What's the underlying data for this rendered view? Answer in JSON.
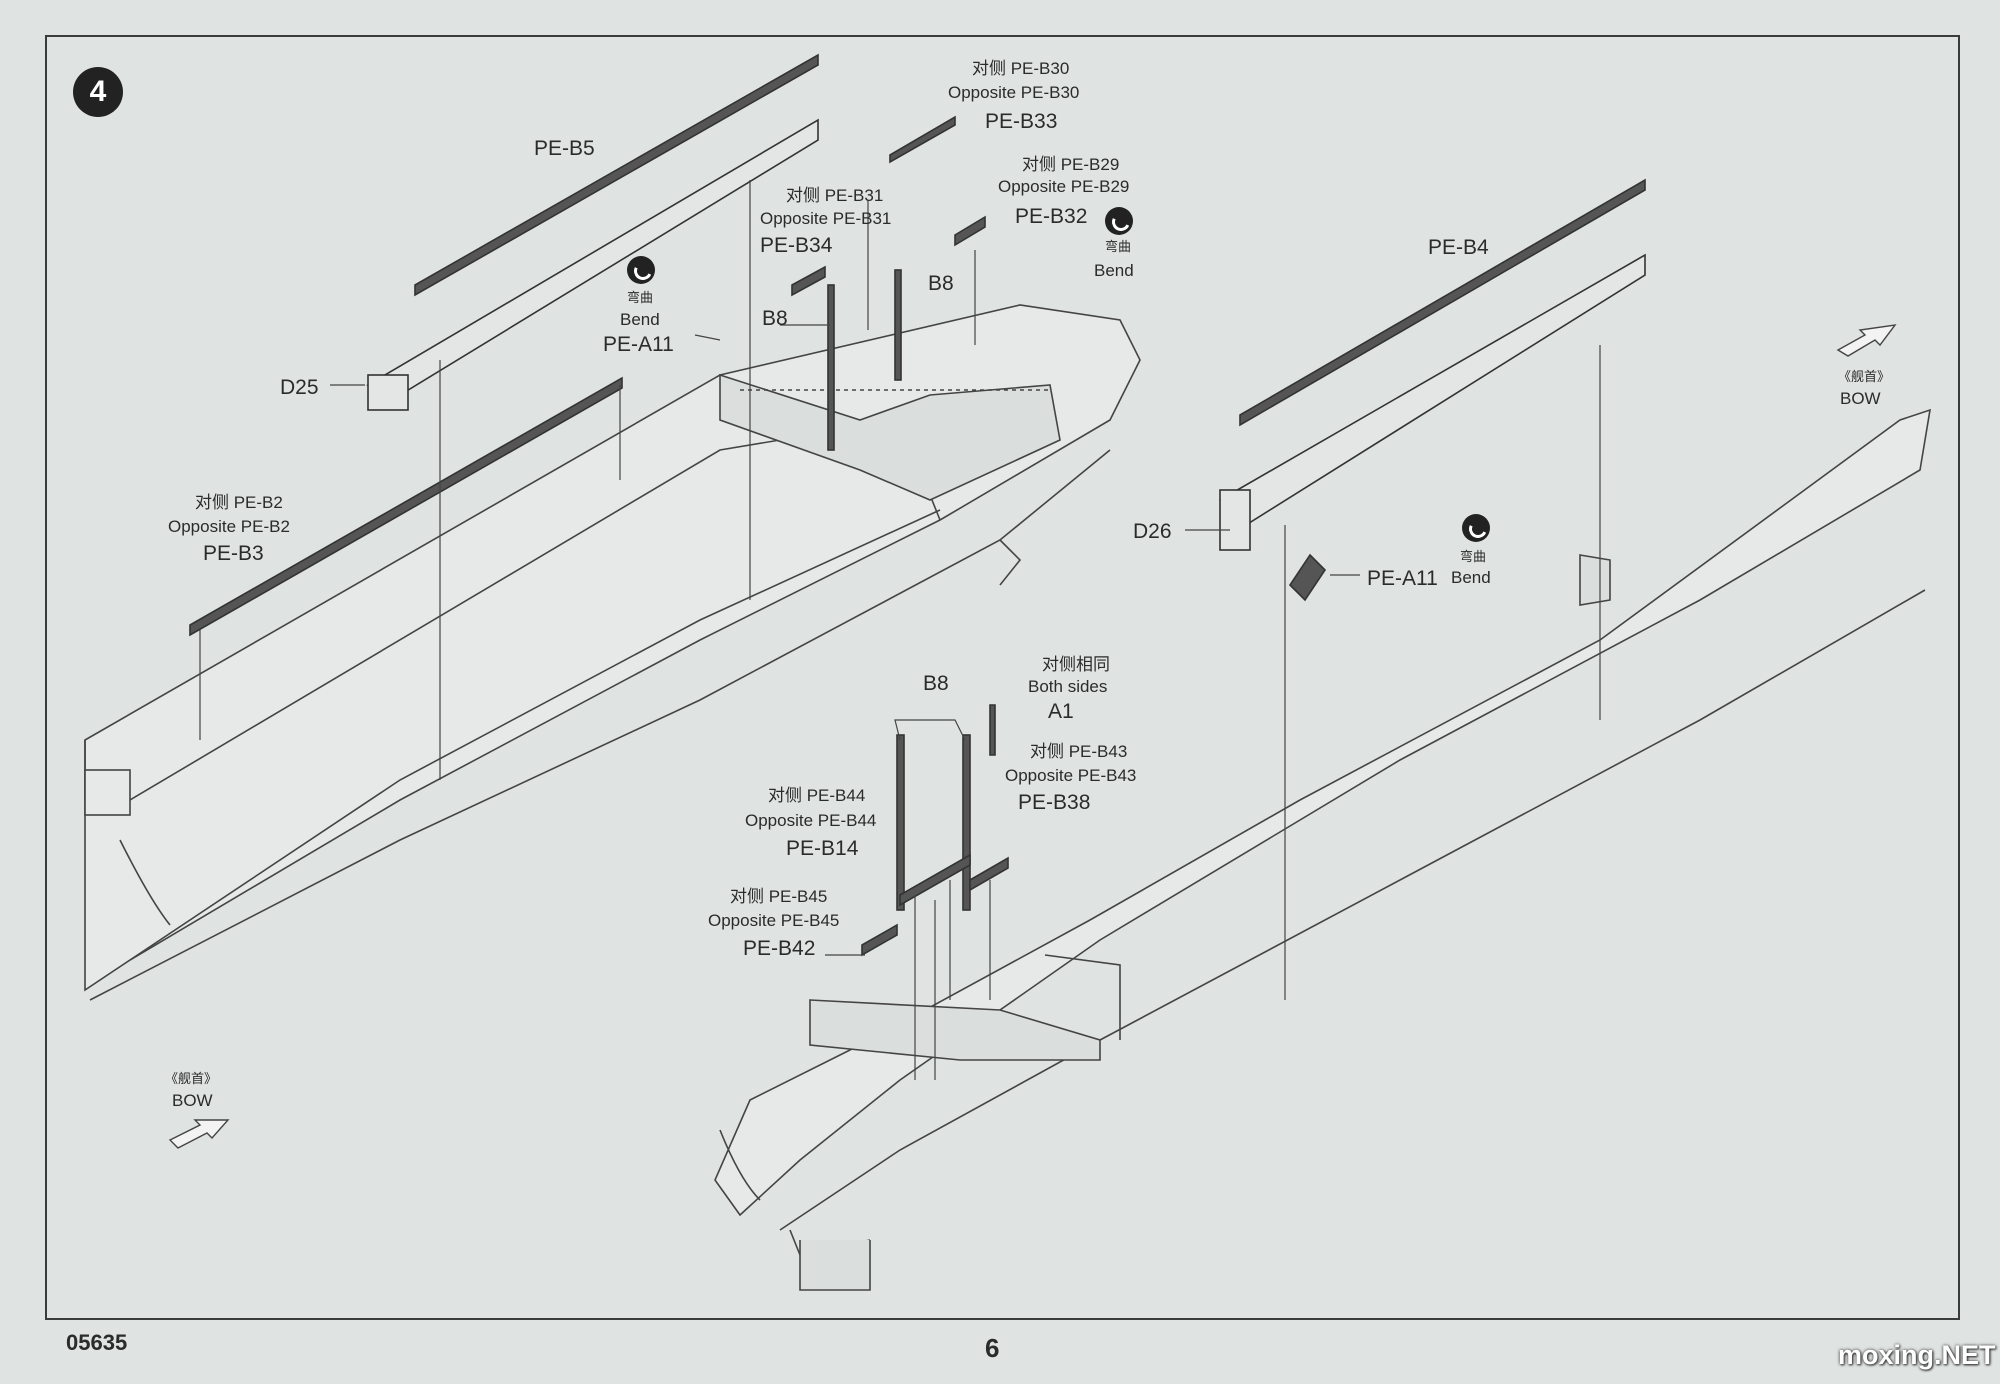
{
  "step_number": "4",
  "labels": {
    "pe_b5": "PE-B5",
    "pe_b33_opp_cn": "对侧 PE-B30",
    "pe_b33_opp": "Opposite PE-B30",
    "pe_b33": "PE-B33",
    "pe_b32_opp_cn": "对侧 PE-B29",
    "pe_b32_opp": "Opposite PE-B29",
    "pe_b32": "PE-B32",
    "bend_cn": "弯曲",
    "bend": "Bend",
    "pe_b34_opp_cn": "对侧 PE-B31",
    "pe_b34_opp": "Opposite PE-B31",
    "pe_b34": "PE-B34",
    "b8": "B8",
    "pe_a11": "PE-A11",
    "d25": "D25",
    "pe_b3_opp_cn": "对侧 PE-B2",
    "pe_b3_opp": "Opposite PE-B2",
    "pe_b3": "PE-B3",
    "pe_b4": "PE-B4",
    "d26": "D26",
    "bow_cn": "《舰首》",
    "bow": "BOW",
    "both_sides_cn": "对侧相同",
    "both_sides": "Both sides",
    "a1": "A1",
    "pe_b38_opp_cn": "对侧 PE-B43",
    "pe_b38_opp": "Opposite PE-B43",
    "pe_b38": "PE-B38",
    "pe_b14_opp_cn": "对侧 PE-B44",
    "pe_b14_opp": "Opposite PE-B44",
    "pe_b14": "PE-B14",
    "pe_b42_opp_cn": "对侧 PE-B45",
    "pe_b42_opp": "Opposite PE-B45",
    "pe_b42": "PE-B42"
  },
  "footer": {
    "product_code": "05635",
    "page_number": "6",
    "watermark": "moxing.NET"
  }
}
